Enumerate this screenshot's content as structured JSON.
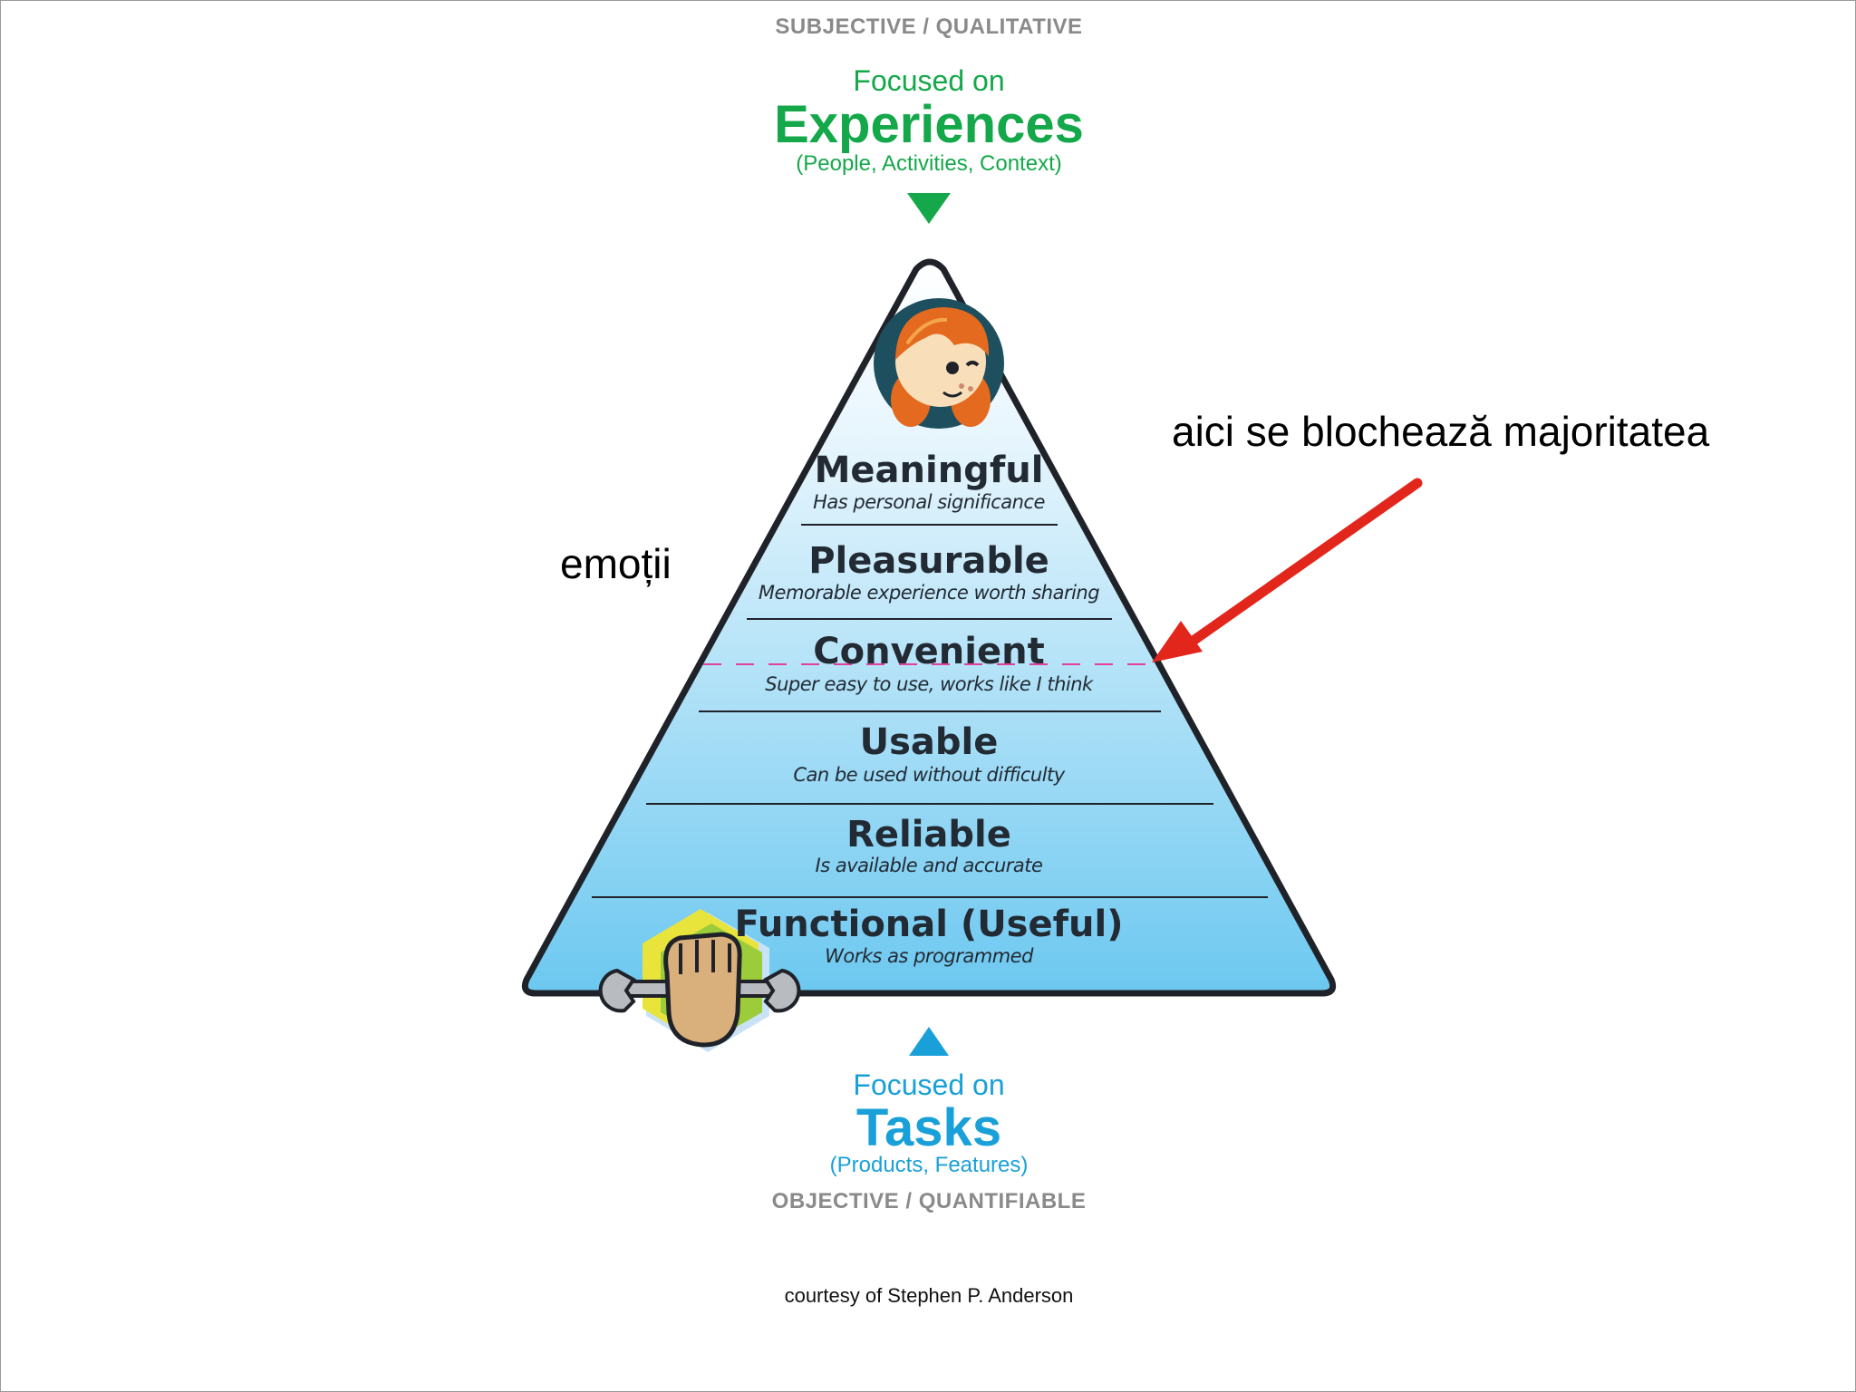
{
  "top": {
    "caps": "SUBJECTIVE / QUALITATIVE",
    "focused": "Focused on",
    "title": "Experiences",
    "sub": "(People, Activities, Context)"
  },
  "levels": [
    {
      "title": "Meaningful",
      "sub": "Has personal significance"
    },
    {
      "title": "Pleasurable",
      "sub": "Memorable experience worth sharing"
    },
    {
      "title": "Convenient",
      "sub": "Super easy to use, works like I think"
    },
    {
      "title": "Usable",
      "sub": "Can be used without difficulty"
    },
    {
      "title": "Reliable",
      "sub": "Is available and accurate"
    },
    {
      "title": "Functional (Useful)",
      "sub": "Works as programmed"
    }
  ],
  "bottom": {
    "focused": "Focused on",
    "title": "Tasks",
    "sub": "(Products, Features)",
    "caps": "OBJECTIVE / QUANTIFIABLE"
  },
  "annotations": {
    "right": "aici se blochează majoritatea",
    "left": "emoții"
  },
  "credit": "courtesy of Stephen P. Anderson",
  "colors": {
    "experiences": "#14a84a",
    "tasks": "#19a0d8",
    "arrow": "#e2261c",
    "dashed_line": "#e0409a"
  }
}
